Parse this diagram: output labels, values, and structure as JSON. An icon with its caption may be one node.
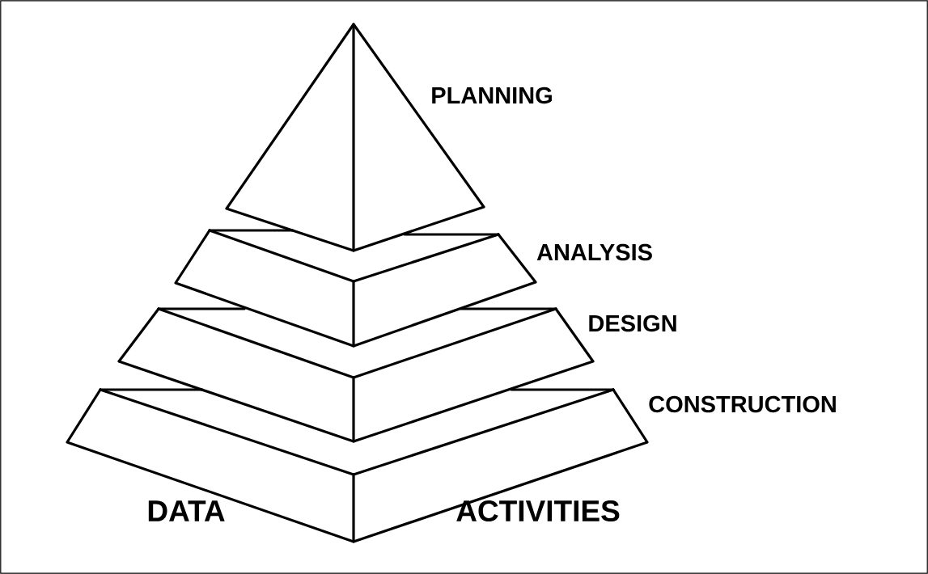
{
  "diagram": {
    "labels": [
      "PLANNING",
      "ANALYSIS",
      "DESIGN",
      "CONSTRUCTION",
      "DATA",
      "ACTIVITIES"
    ]
  }
}
